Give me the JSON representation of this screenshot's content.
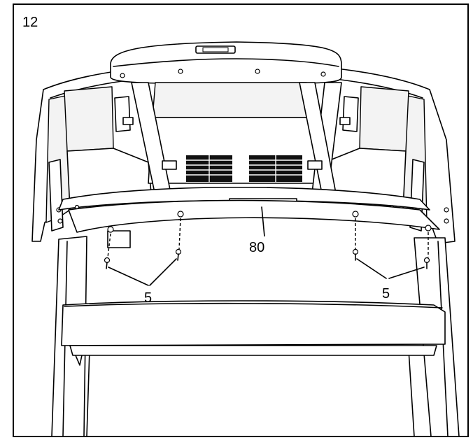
{
  "step_number": "12",
  "callouts": {
    "part_80": "80",
    "screws_left": "5",
    "screws_right": "5"
  }
}
